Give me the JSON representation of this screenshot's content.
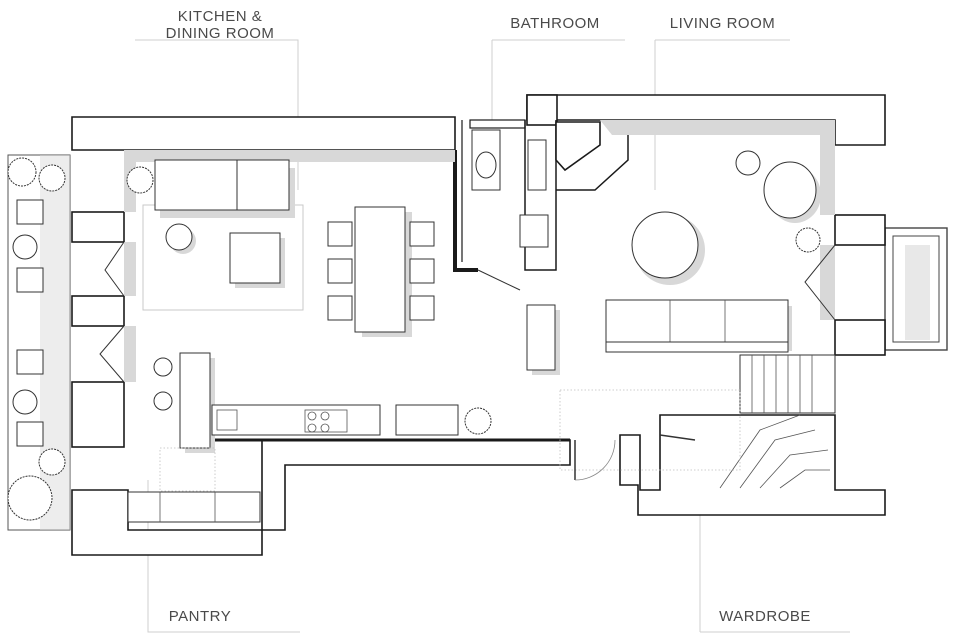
{
  "rooms": {
    "kitchen_dining": {
      "line1": "KITCHEN &",
      "line2": "DINING ROOM"
    },
    "bathroom": "BATHROOM",
    "living_room": "LIVING ROOM",
    "pantry": "PANTRY",
    "wardrobe": "WARDROBE"
  }
}
